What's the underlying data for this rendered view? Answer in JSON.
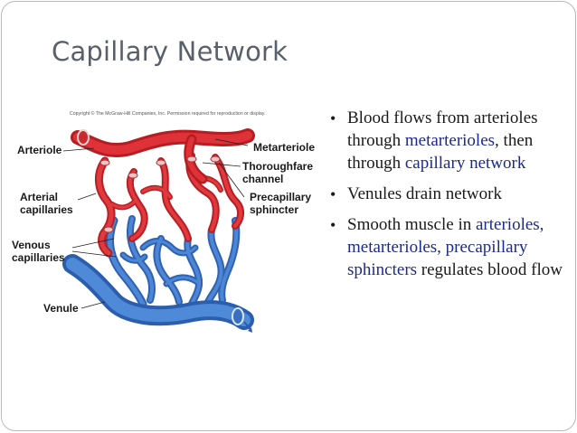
{
  "slide": {
    "title": "Capillary Network"
  },
  "figure": {
    "copyright": "Copyright © The McGraw-Hill Companies, Inc. Permission required for reproduction or display.",
    "labels": {
      "arteriole": "Arteriole",
      "metarteriole": "Metarteriole",
      "thoroughfare_line1": "Thoroughfare",
      "thoroughfare_line2": "channel",
      "arterial_line1": "Arterial",
      "arterial_line2": "capillaries",
      "precapillary_line1": "Precapillary",
      "precapillary_line2": "sphincter",
      "venous_line1": "Venous",
      "venous_line2": "capillaries",
      "venule": "Venule"
    },
    "colors": {
      "artery": "#d42a2f",
      "vein": "#3f78c8",
      "sphincter": "#f2c2c2"
    }
  },
  "bullets": [
    {
      "parts": [
        {
          "text": "Blood flows from arterioles through ",
          "highlight": false
        },
        {
          "text": "metarterioles",
          "highlight": true
        },
        {
          "text": ", then through ",
          "highlight": false
        },
        {
          "text": "capillary network",
          "highlight": true
        }
      ]
    },
    {
      "parts": [
        {
          "text": "Venules drain network",
          "highlight": false
        }
      ]
    },
    {
      "parts": [
        {
          "text": "Smooth muscle in ",
          "highlight": false
        },
        {
          "text": "arterioles, metarterioles, precapillary sphincters",
          "highlight": true
        },
        {
          "text": " regulates blood flow",
          "highlight": false
        }
      ]
    }
  ],
  "colors": {
    "title": "#59606a",
    "highlight": "#1c2a8c",
    "text": "#1a1a1a"
  }
}
